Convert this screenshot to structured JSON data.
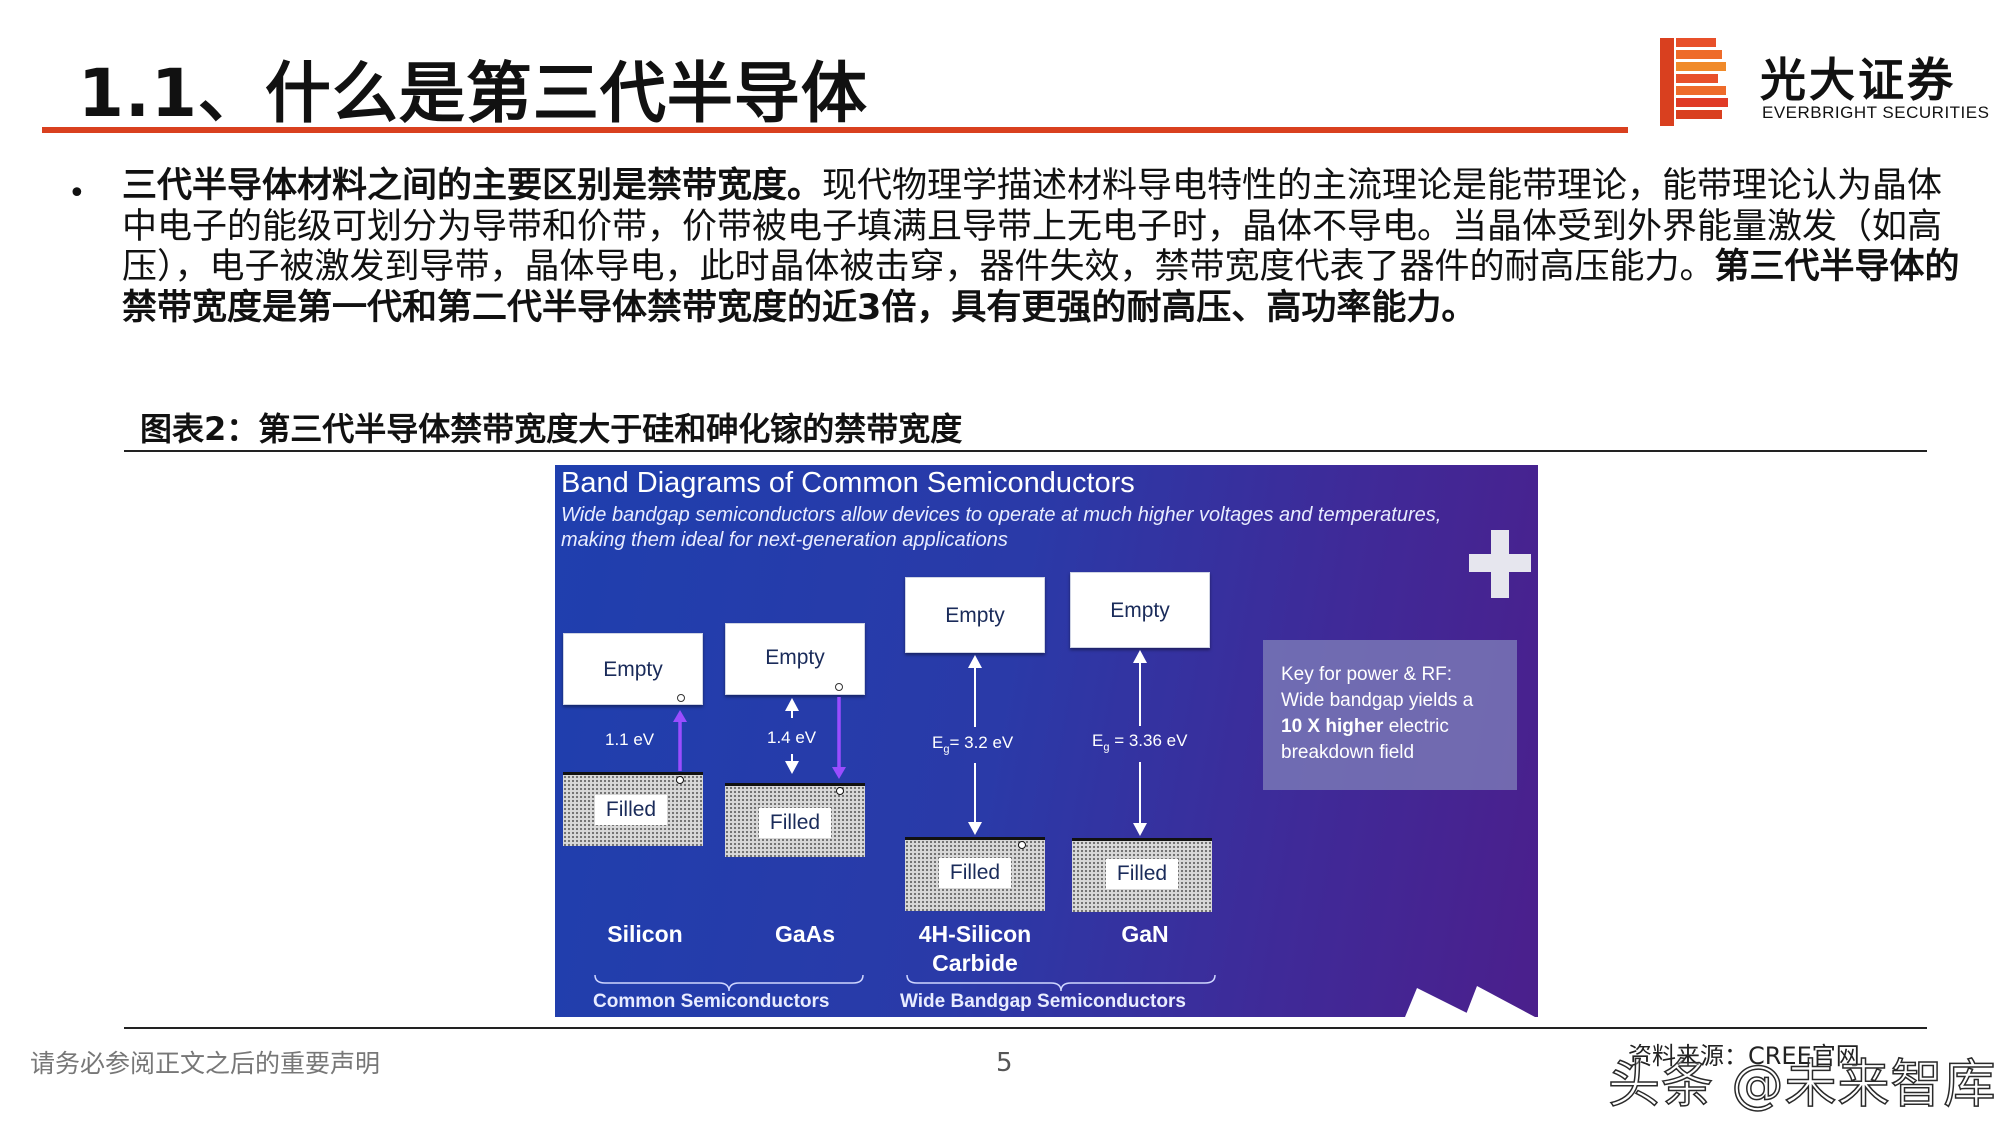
{
  "header": {
    "title": "1.1、什么是第三代半导体",
    "logo_cn": "光大证券",
    "logo_en": "EVERBRIGHT SECURITIES"
  },
  "body": {
    "bullet": "•",
    "bold_1": "三代半导体材料之间的主要区别是禁带宽度。",
    "text_1": "现代物理学描述材料导电特性的主流理论是能带理论，能带理论认为晶体中电子的能级可划分为导带和价带，价带被电子填满且导带上无电子时，晶体不导电。当晶体受到外界能量激发（如高压），电子被激发到导带，晶体导电，此时晶体被击穿，器件失效，禁带宽度代表了器件的耐高压能力。",
    "bold_2": "第三代半导体的禁带宽度是第一代和第二代半导体禁带宽度的近3倍，具有更强的耐高压、高功率能力。"
  },
  "figure": {
    "caption": "图表2：第三代半导体禁带宽度大于硅和砷化镓的禁带宽度",
    "title": "Band Diagrams of Common Semiconductors",
    "subtitle": "Wide bandgap semiconductors allow devices to operate at much higher voltages and temperatures, making them ideal for next-generation applications",
    "empty_label": "Empty",
    "filled_label": "Filled",
    "materials": [
      {
        "name": "Silicon",
        "gap": "1.1 eV"
      },
      {
        "name": "GaAs",
        "gap": "1.4 eV"
      },
      {
        "name": "4H-Silicon Carbide",
        "line1": "4H-Silicon",
        "line2": "Carbide",
        "gap_prefix": "E",
        "gap_sub": "g",
        "gap_value": "= 3.2 eV"
      },
      {
        "name": "GaN",
        "gap_prefix": "E",
        "gap_sub": "g",
        "gap_value": " = 3.36 eV"
      }
    ],
    "group_common": "Common Semiconductors",
    "group_wide": "Wide Bandgap Semiconductors",
    "key": {
      "line1": "Key for power & RF:",
      "line2": "Wide bandgap yields a",
      "bold": "10 X higher",
      "line3_rest": " electric",
      "line4": "breakdown field"
    },
    "colors": {
      "arrow_purple": "#9a4dff",
      "band_blue": "#1f3fae",
      "band_purple": "#4b1f8c"
    }
  },
  "footer": {
    "disclaimer": "请务必参阅正文之后的重要声明",
    "page": "5",
    "source": "资料来源：CREE官网",
    "watermark": "头条 @未来智库"
  },
  "brand": {
    "accent": "#d9401f"
  }
}
